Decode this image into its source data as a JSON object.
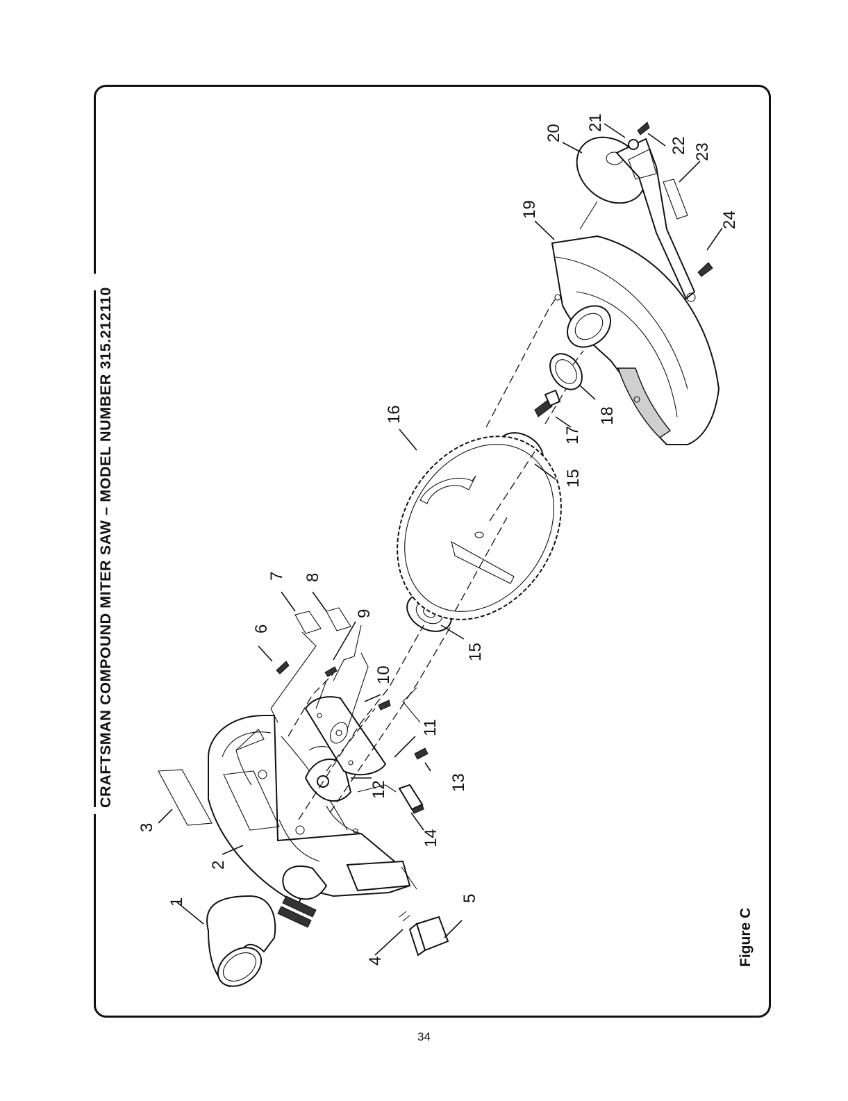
{
  "header": {
    "title": "CRAFTSMAN COMPOUND MITER SAW – MODEL NUMBER 315.212110"
  },
  "figure": {
    "caption": "Figure C"
  },
  "page": {
    "number": "34"
  },
  "callouts": [
    "1",
    "2",
    "3",
    "4",
    "5",
    "6",
    "7",
    "8",
    "9",
    "10",
    "11",
    "12",
    "13",
    "14",
    "15",
    "15",
    "16",
    "17",
    "18",
    "19",
    "20",
    "21",
    "22",
    "23",
    "24"
  ]
}
